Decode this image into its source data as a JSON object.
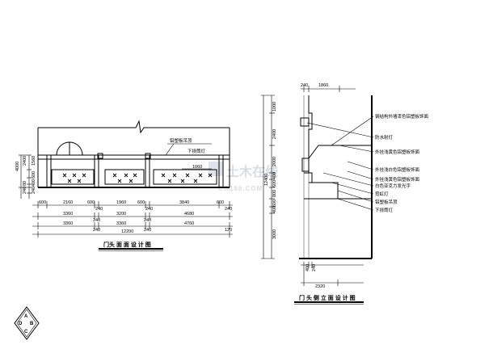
{
  "front_elevation": {
    "title": "门头 面 面 设 计 图",
    "labels": {
      "sign_top": "铝塑板吊顶",
      "down_light": "下挠筒灯",
      "panel_width": "1060"
    },
    "row1": [
      "600",
      "2160",
      "600",
      "240",
      "1960",
      "600",
      "240",
      "3840",
      "600",
      "240"
    ],
    "row2": [
      "3360",
      "240",
      "3200",
      "240",
      "4680"
    ],
    "row3": [
      "3360",
      "240",
      "3360",
      "240",
      "4760",
      "120"
    ],
    "total": "12200",
    "left_dims": [
      "2400",
      "1560",
      "600",
      "400",
      "240",
      "240",
      "80"
    ],
    "left_total": "4000"
  },
  "side_elevation": {
    "title": "门 头 侧 立 面 设 计 图",
    "top_dims": [
      "240",
      "1860"
    ],
    "bottom_dims": [
      "400",
      "240",
      "2320"
    ],
    "left_dims": [
      "1000",
      "2400",
      "2000",
      "400",
      "600",
      "800",
      "600",
      "400",
      "3000"
    ],
    "left_total": "12400",
    "notes": [
      "钢结构外墙漆色铝塑板饰面",
      "防水射灯",
      "外挂浅黄色铝塑板饰面",
      "外挂浅白色铝塑板饰面",
      "外挂浅黄色铝塑板饰面",
      "白色亚克力发光字",
      "霓虹灯",
      "铝塑板吊顶",
      "下挠筒灯"
    ]
  },
  "logo": {
    "letters": [
      "A",
      "B",
      "C",
      "D"
    ]
  },
  "watermark": {
    "main": "土木在线",
    "sub": "CO188.COM"
  }
}
